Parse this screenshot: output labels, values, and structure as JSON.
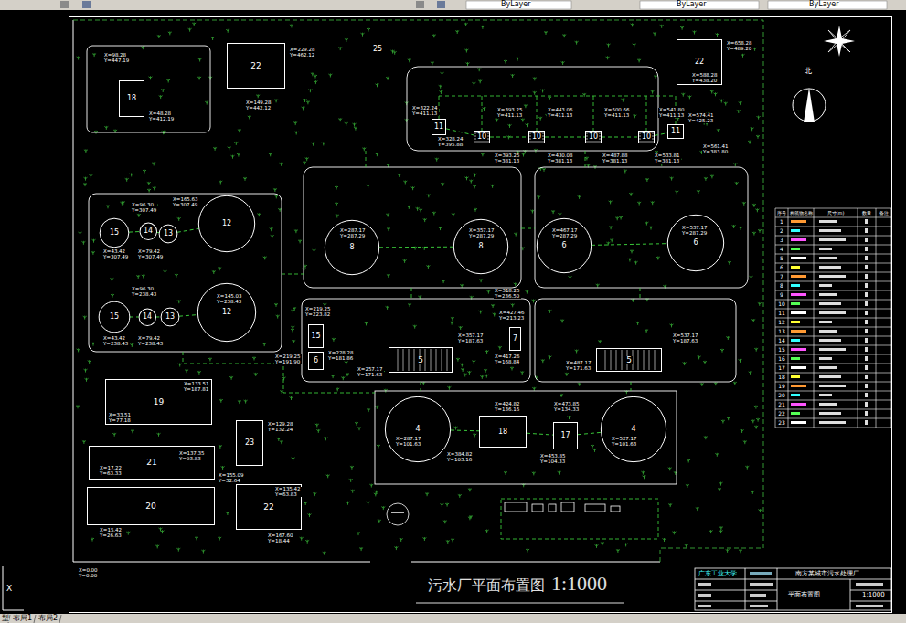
{
  "diagram": {
    "title": "污水厂平面布置图",
    "nodes": [
      {
        "text": [
          "18"
        ]
      },
      {
        "text": [
          "22"
        ]
      },
      {
        "text": [
          "22"
        ]
      },
      {
        "text": [
          "11"
        ]
      },
      {
        "text": [
          "10"
        ]
      },
      {
        "text": [
          "10"
        ]
      },
      {
        "text": [
          "10"
        ]
      },
      {
        "text": [
          "10"
        ]
      },
      {
        "text": [
          "11"
        ]
      },
      {
        "text": [
          "15"
        ]
      },
      {
        "text": [
          "14"
        ]
      },
      {
        "text": [
          "13"
        ]
      },
      {
        "text": [
          "12"
        ]
      },
      {
        "text": [
          "15"
        ]
      },
      {
        "text": [
          "14"
        ]
      },
      {
        "text": [
          "13"
        ]
      },
      {
        "text": [
          "12"
        ]
      },
      {
        "text": [
          "8"
        ]
      },
      {
        "text": [
          "8"
        ]
      },
      {
        "text": [
          "6"
        ]
      },
      {
        "text": [
          "6"
        ]
      },
      {
        "text": [
          "15"
        ]
      },
      {
        "text": [
          "6"
        ]
      },
      {
        "text": [
          "5"
        ]
      },
      {
        "text": [
          "7"
        ]
      },
      {
        "text": [
          "5"
        ]
      },
      {
        "text": [
          "4"
        ]
      },
      {
        "text": [
          "18"
        ]
      },
      {
        "text": [
          "17"
        ]
      },
      {
        "text": [
          "4"
        ]
      },
      {
        "text": [
          "19"
        ]
      },
      {
        "text": [
          "23"
        ]
      },
      {
        "text": [
          "21"
        ]
      },
      {
        "text": [
          "20"
        ]
      },
      {
        "text": [
          "22"
        ]
      }
    ],
    "edges": [
      {
        "from": 9,
        "to": 10,
        "arrow": "none"
      },
      {
        "from": 10,
        "to": 11,
        "arrow": "none"
      },
      {
        "from": 11,
        "to": 12,
        "arrow": "none"
      },
      {
        "from": 13,
        "to": 14,
        "arrow": "none"
      },
      {
        "from": 14,
        "to": 15,
        "arrow": "none"
      },
      {
        "from": 15,
        "to": 16,
        "arrow": "none"
      },
      {
        "from": 3,
        "to": 4,
        "arrow": "none"
      },
      {
        "from": 4,
        "to": 5,
        "arrow": "none"
      },
      {
        "from": 5,
        "to": 6,
        "arrow": "none"
      },
      {
        "from": 6,
        "to": 7,
        "arrow": "none"
      },
      {
        "from": 7,
        "to": 8,
        "arrow": "none"
      },
      {
        "from": 17,
        "to": 18,
        "arrow": "none"
      },
      {
        "from": 19,
        "to": 20,
        "arrow": "none"
      },
      {
        "from": 26,
        "to": 27,
        "arrow": "none"
      },
      {
        "from": 27,
        "to": 28,
        "arrow": "none"
      },
      {
        "from": 28,
        "to": 29,
        "arrow": "none"
      }
    ],
    "labels": [
      "25",
      "北",
      "X=98.28 Y=447.19",
      "X=48.28 Y=412.19",
      "X=229.28 Y=462.12",
      "X=149.28 Y=442.12",
      "X=658.28 Y=489.20",
      "X=588.28 Y=438.20",
      "X=322.24 Y=411.13",
      "X=328.24 Y=395.88",
      "X=393.25 Y=411.13",
      "X=443.06 Y=411.13",
      "X=500.66 Y=411.13",
      "X=541.80 Y=411.13",
      "X=574.41 Y=425.23",
      "X=561.41 Y=383.80",
      "X=393.25 Y=381.13",
      "X=430.08 Y=381.13",
      "X=487.88 Y=381.13",
      "X=533.81 Y=381.13",
      "X=287.17 Y=287.29",
      "X=357.17 Y=287.29",
      "X=467.17 Y=287.29",
      "X=537.17 Y=287.29",
      "X=96.30 Y=307.49",
      "X=165.63 Y=307.49",
      "X=43.42 Y=307.49",
      "X=79.42 Y=307.49",
      "X=96.30 Y=238.43",
      "X=145.03 Y=238.43",
      "X=43.42 Y=238.43",
      "X=79.42 Y=238.43",
      "X=219.25 Y=223.82",
      "X=219.25 Y=191.90",
      "X=228.28 Y=181.86",
      "X=257.17 Y=171.63",
      "X=318.25 Y=236.50",
      "X=357.17 Y=187.63",
      "X=427.46 Y=213.23",
      "X=417.26 Y=168.84",
      "X=487.17 Y=171.63",
      "X=537.17 Y=187.63",
      "X=287.17 Y=101.63",
      "X=424.82 Y=136.16",
      "X=473.85 Y=134.33",
      "X=384.82 Y=103.16",
      "X=453.85 Y=104.33",
      "X=527.17 Y=101.63",
      "X=33.51 Y=77.18",
      "X=133.51 Y=187.81",
      "X=129.28 Y=132.24",
      "X=17.22 Y=63.33",
      "X=137.35 Y=93.83",
      "X=155.09 Y=32.64",
      "X=135.42 Y=63.83",
      "X=15.42 Y=26.63",
      "X=167.60 Y=18.44",
      "X=0.00 Y=0.00",
      "序号",
      "构筑物名称",
      "尺寸(m)",
      "数量",
      "备注",
      "1",
      "2",
      "3",
      "4",
      "5",
      "6",
      "7",
      "8",
      "9",
      "10",
      "11",
      "12",
      "13",
      "14",
      "15",
      "16",
      "17",
      "18",
      "19",
      "20",
      "21",
      "22",
      "23",
      "广东工业大学",
      "南方某城市污水处理厂",
      "平面布置图",
      "1:1000",
      "1:1000",
      "ByLayer",
      "ByLayer",
      "ByLayer",
      "型",
      "布局1",
      "布局2",
      "X"
    ]
  }
}
